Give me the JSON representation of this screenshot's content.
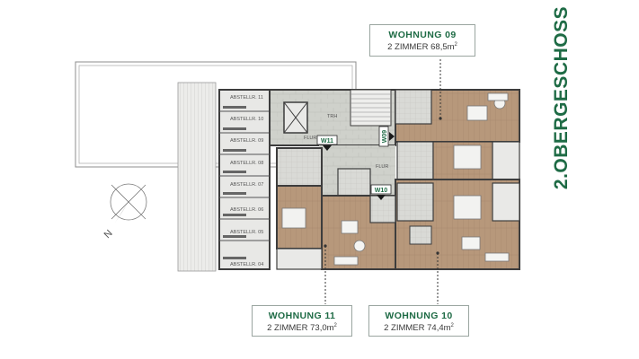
{
  "floor_title": "2.OBERGESCHOSS",
  "apartments": {
    "w09": {
      "name": "WOHNUNG 09",
      "size_prefix": "2 ZIMMER 68,5m",
      "size_sup": "2",
      "tag": "W09"
    },
    "w10": {
      "name": "WOHNUNG 10",
      "size_prefix": "2 ZIMMER 74,4m",
      "size_sup": "2",
      "tag": "W10"
    },
    "w11": {
      "name": "WOHNUNG 11",
      "size_prefix": "2 ZIMMER 73,0m",
      "size_sup": "2",
      "tag": "W11"
    }
  },
  "room_labels": {
    "abstellr_11": "ABSTELLR. 11",
    "abstellr_10": "ABSTELLR. 10",
    "abstellr_09": "ABSTELLR. 09",
    "abstellr_08": "ABSTELLR. 08",
    "abstellr_07": "ABSTELLR. 07",
    "abstellr_06": "ABSTELLR. 06",
    "abstellr_05": "ABSTELLR. 05",
    "abstellr_04": "ABSTELLR. 04",
    "flur_left": "FLUR",
    "flur_right": "FLUR",
    "trh": "TRH"
  },
  "compass_label": "N",
  "colors": {
    "accent_green": "#1e6b45",
    "wood_floor": "#b89a7d",
    "tile_floor": "#d6d6d2",
    "corridor": "#c9cbc5",
    "wall": "#3d3d3d"
  }
}
